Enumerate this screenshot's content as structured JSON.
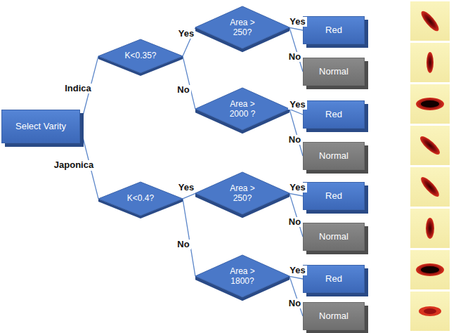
{
  "diagram": {
    "nodes": [
      {
        "text": [
          "Select Varity"
        ]
      },
      {
        "text": [
          "K<0.35?"
        ]
      },
      {
        "text": [
          "Area > 250?"
        ]
      },
      {
        "text": [
          "Red"
        ]
      },
      {
        "text": [
          "Normal"
        ]
      },
      {
        "text": [
          "Area > 2000 ?"
        ]
      },
      {
        "text": [
          "Red"
        ]
      },
      {
        "text": [
          "Normal"
        ]
      },
      {
        "text": [
          "K<0.4?"
        ]
      },
      {
        "text": [
          "Area > 250?"
        ]
      },
      {
        "text": [
          "Red"
        ]
      },
      {
        "text": [
          "Normal"
        ]
      },
      {
        "text": [
          "Area > 1800?"
        ]
      },
      {
        "text": [
          "Red"
        ]
      },
      {
        "text": [
          "Normal"
        ]
      }
    ],
    "edges": [
      {
        "from": 0,
        "to": 1,
        "label": "Indica",
        "arrow": "none"
      },
      {
        "from": 0,
        "to": 8,
        "label": "Japonica",
        "arrow": "none"
      },
      {
        "from": 1,
        "to": 2,
        "label": "Yes",
        "arrow": "none"
      },
      {
        "from": 1,
        "to": 5,
        "label": "No",
        "arrow": "none"
      },
      {
        "from": 2,
        "to": 3,
        "label": "Yes",
        "arrow": "none"
      },
      {
        "from": 2,
        "to": 4,
        "label": "No",
        "arrow": "none"
      },
      {
        "from": 5,
        "to": 6,
        "label": "Yes",
        "arrow": "none"
      },
      {
        "from": 5,
        "to": 7,
        "label": "No",
        "arrow": "none"
      },
      {
        "from": 8,
        "to": 9,
        "label": "Yes",
        "arrow": "none"
      },
      {
        "from": 8,
        "to": 12,
        "label": "No",
        "arrow": "none"
      },
      {
        "from": 9,
        "to": 10,
        "label": "Yes",
        "arrow": "none"
      },
      {
        "from": 9,
        "to": 11,
        "label": "No",
        "arrow": "none"
      },
      {
        "from": 12,
        "to": 13,
        "label": "Yes",
        "arrow": "none"
      },
      {
        "from": 12,
        "to": 14,
        "label": "No",
        "arrow": "none"
      }
    ]
  }
}
